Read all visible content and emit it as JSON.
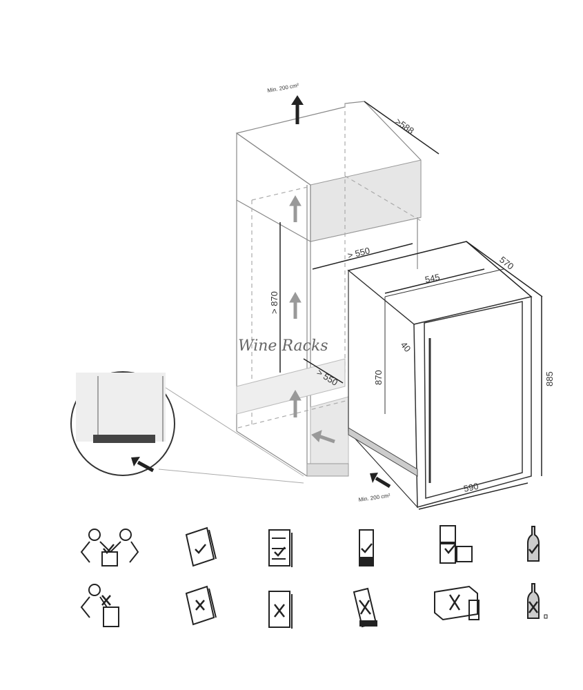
{
  "diagram": {
    "vent_top_label": "Min. 200 cm²",
    "vent_bottom_label": "Min. 200 cm²",
    "dimensions": {
      "niche_depth": ">588",
      "niche_width_top": "> 550",
      "niche_height": "> 870",
      "niche_width_bottom": "> 550",
      "appliance_depth": "570",
      "appliance_inner_width": "545",
      "appliance_height_body": "870",
      "appliance_height_total": "885",
      "door_offset": "40",
      "appliance_width": "590"
    },
    "watermark": "Wine Racks"
  },
  "icons": {
    "row_allowed": [
      "two-person-lift-check-icon",
      "manual-check-icon",
      "shelf-loading-check-icon",
      "upright-appliance-check-icon",
      "stacked-cabinets-check-icon",
      "bottle-check-icon"
    ],
    "row_forbidden": [
      "one-person-lift-x-icon",
      "manual-x-icon",
      "shelf-loading-x-icon",
      "tilted-appliance-x-icon",
      "cabinet-install-x-icon",
      "bottle-x-icon"
    ]
  }
}
